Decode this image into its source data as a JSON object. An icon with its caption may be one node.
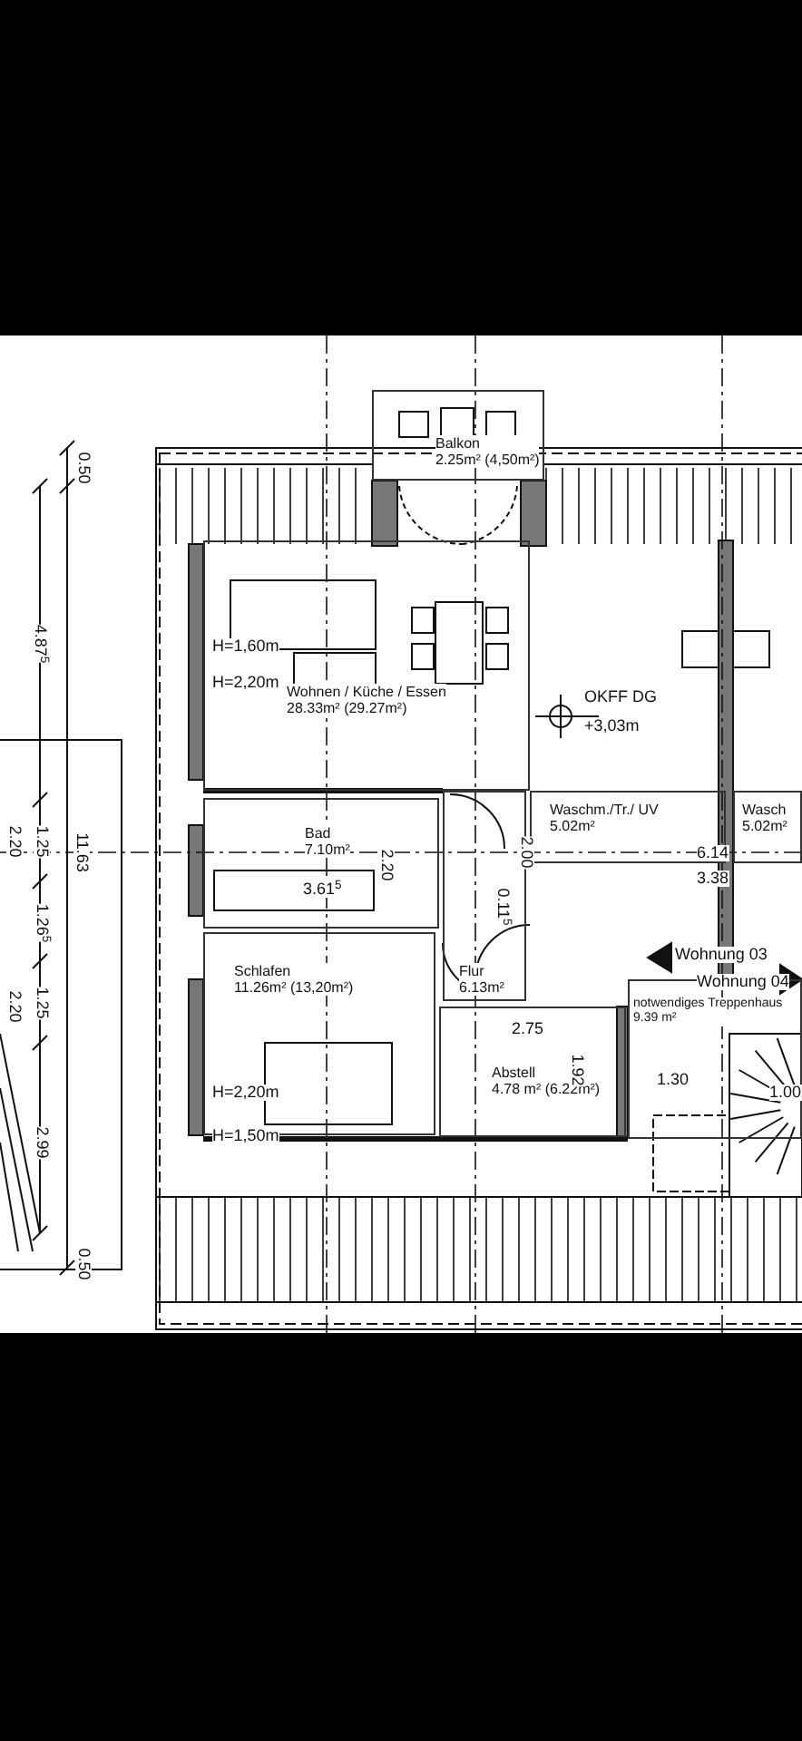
{
  "diagram": {
    "nodes": [
      {
        "text": [
          "Balkon",
          "2.25m² (4,50m²)"
        ]
      },
      {
        "text": [
          "Wohnen / Küche / Essen",
          "28.33m² (29.27m²)"
        ]
      },
      {
        "text": [
          "Waschm./Tr./ UV",
          "5.02m²"
        ]
      },
      {
        "text": [
          "Wasch",
          "5.02m²"
        ]
      },
      {
        "text": [
          "Bad",
          "7.10m²"
        ]
      },
      {
        "text": [
          "Schlafen",
          "11.26m² (13,20m²)"
        ]
      },
      {
        "text": [
          "Flur",
          "6.13m²"
        ]
      },
      {
        "text": [
          "Abstell",
          "4.78 m² (6.22m²)"
        ]
      },
      {
        "text": [
          "notwendiges Treppenhaus",
          "9.39 m²"
        ]
      }
    ],
    "labels": [
      "0.50",
      "H=1,60m",
      "4.87$^{5}$",
      "H=2,20m",
      "OKFF DG",
      "+3,03m",
      "6.14",
      "3.38",
      "1.25",
      "2.20",
      "11.63",
      "2.20",
      "2.00",
      "3.61$^{5}$",
      "0.11$^{5}$",
      "1.26$^{5}$",
      "Wohnung 03",
      "Wohnung 04",
      "1.25",
      "2.20",
      "2.75",
      "1.92",
      "1.30",
      "1.00",
      "H=2,20m",
      "2.99",
      "H=1,50m",
      "0.50"
    ]
  }
}
